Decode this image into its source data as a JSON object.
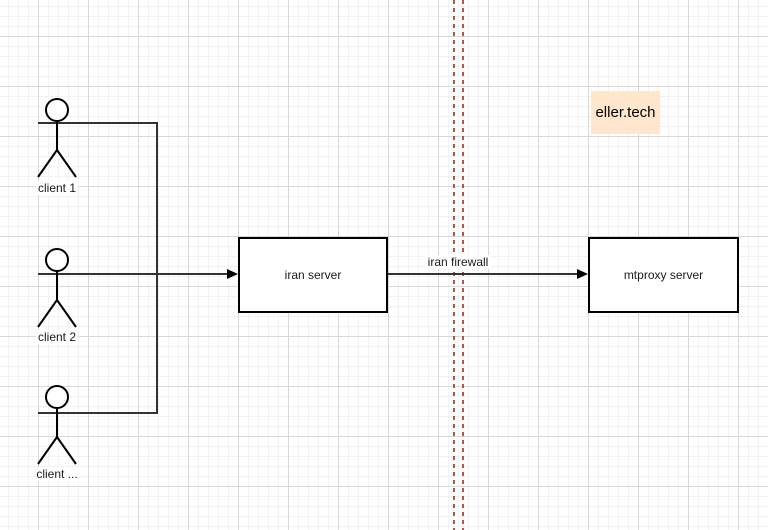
{
  "app": {
    "type": "diagram-canvas"
  },
  "clients": [
    {
      "label": "client 1"
    },
    {
      "label": "client 2"
    },
    {
      "label": "client ..."
    }
  ],
  "nodes": [
    {
      "label": "iran server"
    },
    {
      "label": "mtproxy server"
    }
  ],
  "edges": [
    {
      "label": "iran firewall"
    }
  ],
  "watermark": {
    "label": "eller.tech",
    "background": "#ffe6cc"
  },
  "boundary": {
    "style": "dashed",
    "color": "#b85450",
    "lines": 2
  },
  "colors": {
    "grid_minor": "#f2f2f2",
    "grid_major": "#d8d8d8",
    "shape_stroke": "#000000",
    "connector_stroke": "#333333"
  }
}
